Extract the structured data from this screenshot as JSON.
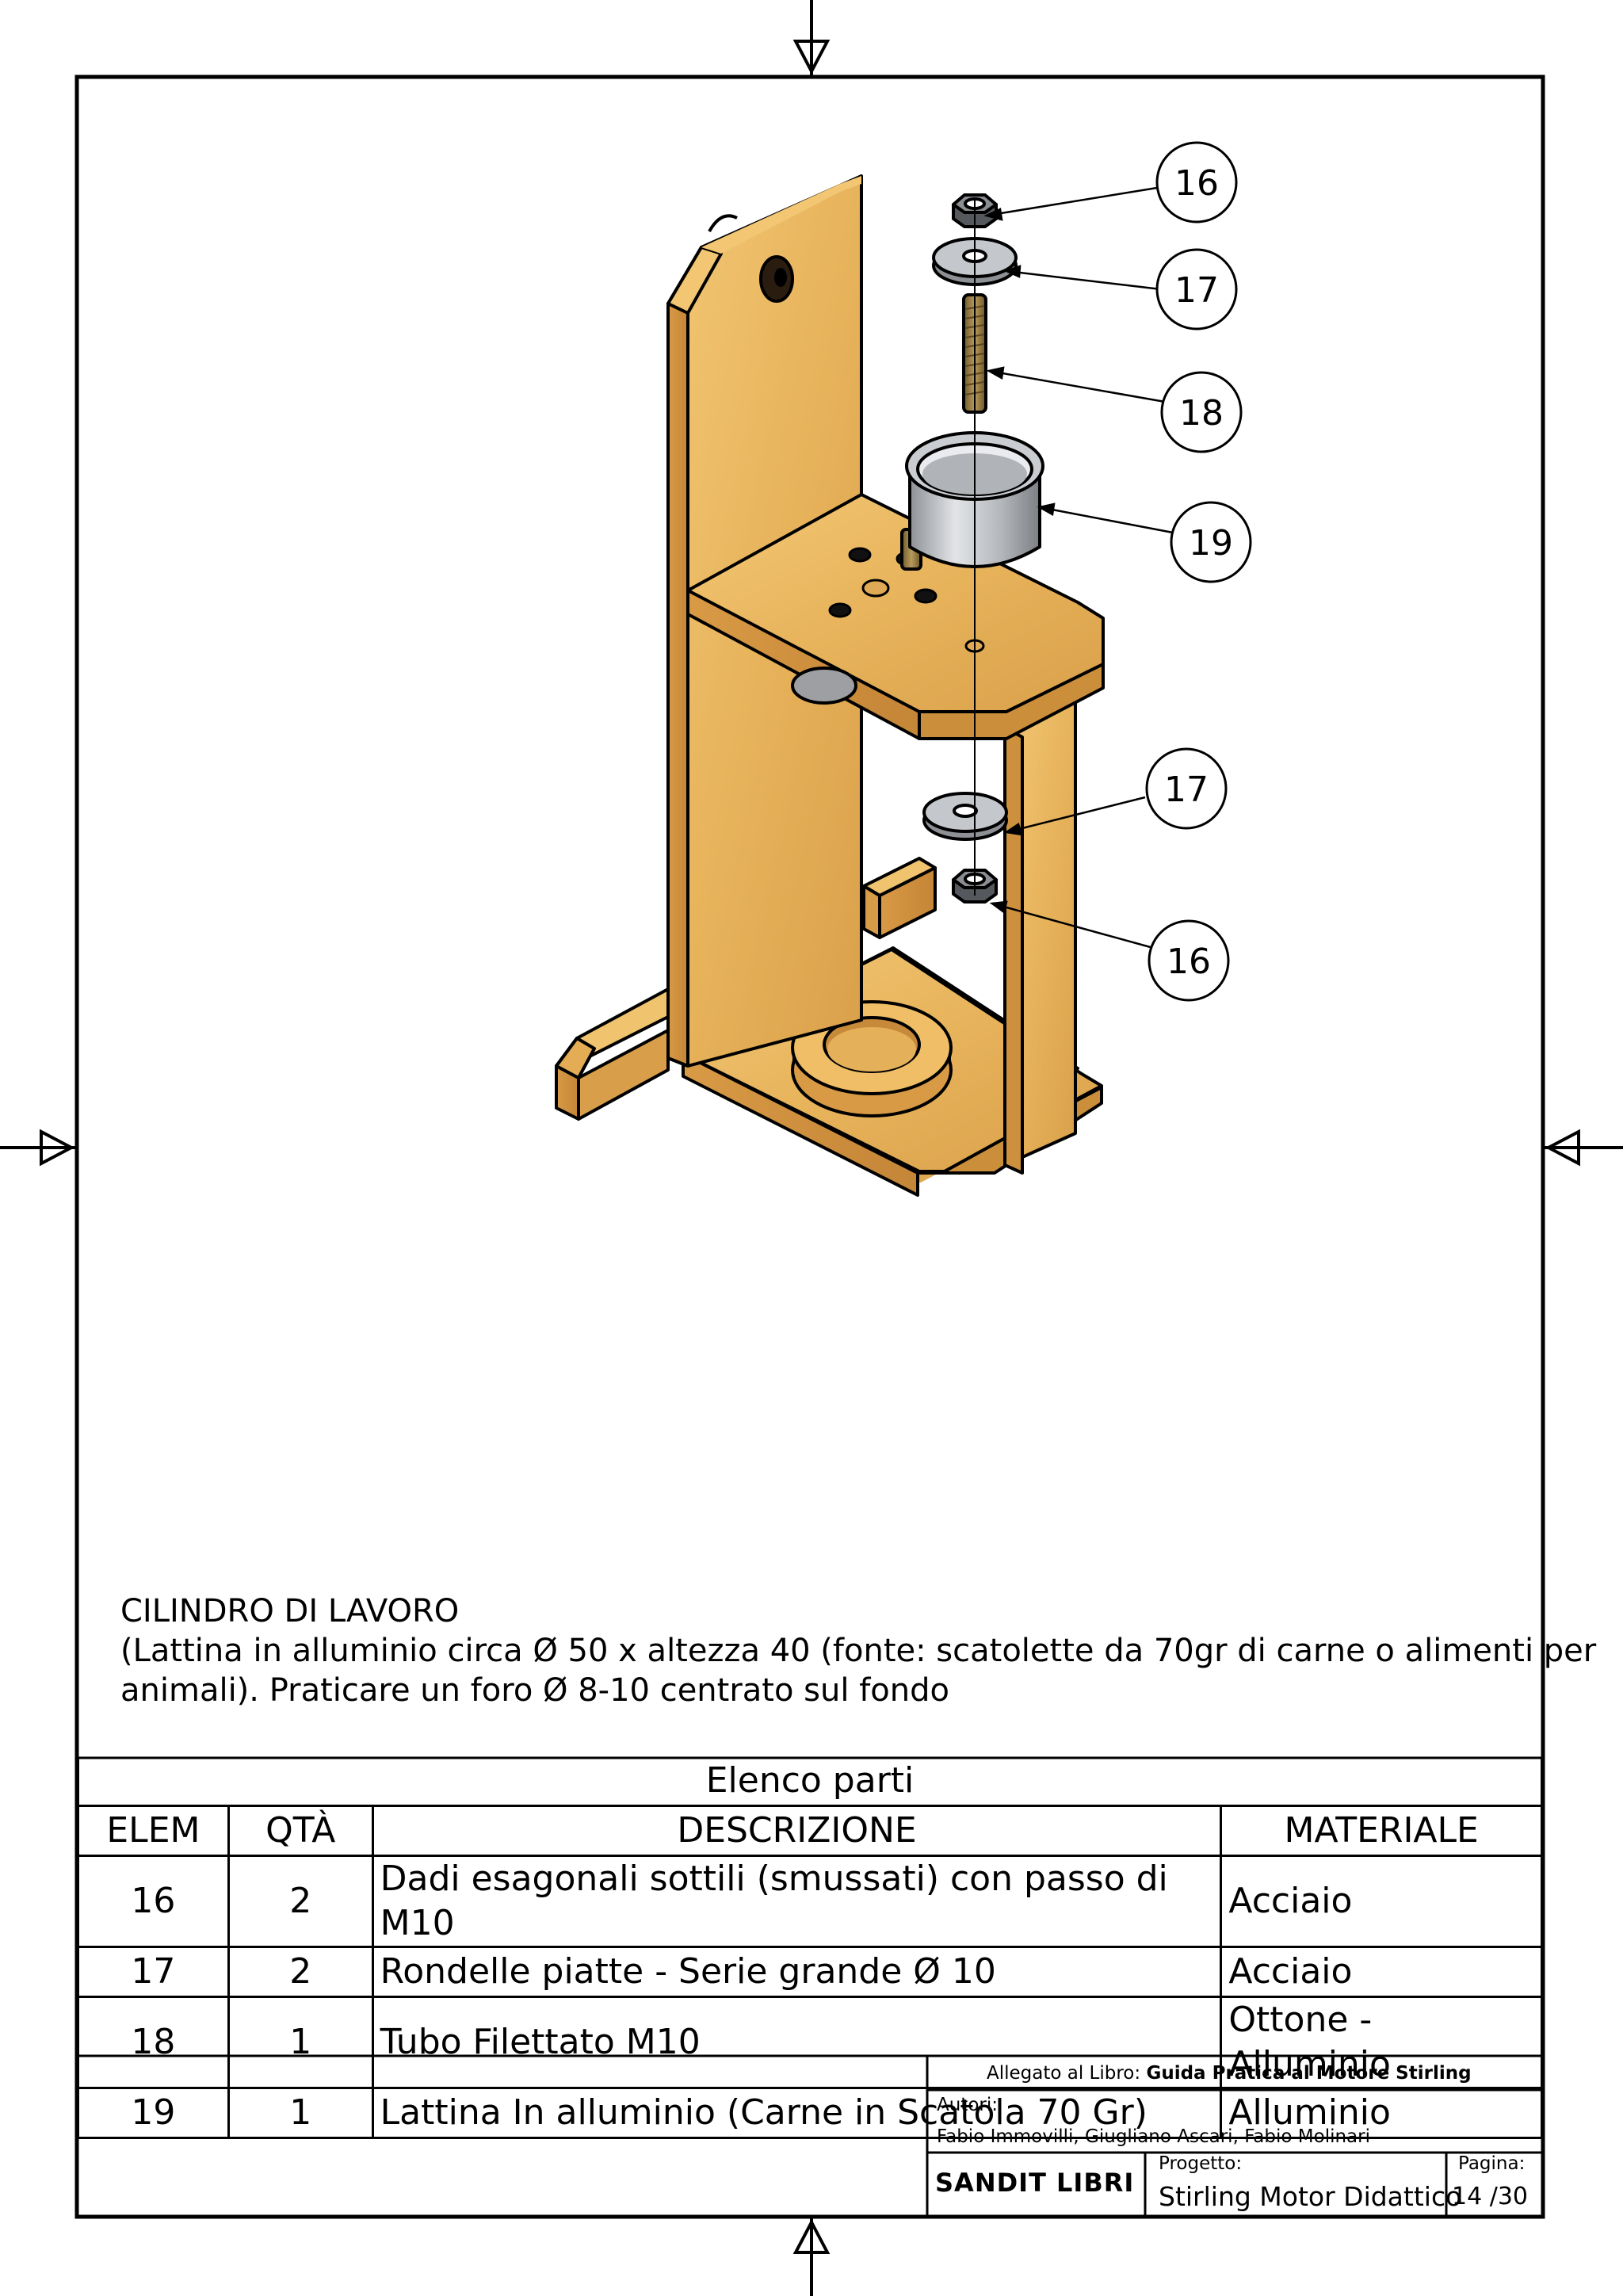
{
  "balloons": [
    "16",
    "17",
    "18",
    "19",
    "17",
    "16"
  ],
  "note": {
    "title": "CILINDRO DI LAVORO",
    "line1": "(Lattina in alluminio circa Ø 50 x altezza 40 (fonte: scatolette da 70gr di carne o alimenti per",
    "line2": "animali). Praticare un foro Ø  8-10 centrato sul fondo"
  },
  "parts": {
    "caption": "Elenco parti",
    "headers": [
      "ELEM",
      "QTÀ",
      "DESCRIZIONE",
      "MATERIALE"
    ],
    "rows": [
      {
        "elem": "16",
        "qty": "2",
        "desc": "Dadi esagonali sottili (smussati) con passo di M10",
        "mat": "Acciaio"
      },
      {
        "elem": "17",
        "qty": "2",
        "desc": "Rondelle piatte - Serie grande Ø 10",
        "mat": "Acciaio"
      },
      {
        "elem": "18",
        "qty": "1",
        "desc": "Tubo  Filettato M10",
        "mat": "Ottone - Alluminio"
      },
      {
        "elem": "19",
        "qty": "1",
        "desc": "Lattina In alluminio (Carne in Scatola 70 Gr)",
        "mat": "Alluminio"
      }
    ]
  },
  "title_block": {
    "attached_label": "Allegato al Libro:",
    "book": "Guida Pratica al Motore Stirling",
    "authors_label": "Autori:",
    "authors": "Fabio Immovilli, Giugliano Ascari, Fabio Molinari",
    "publisher": "SANDIT LIBRI",
    "project_label": "Progetto:",
    "project": "Stirling Motor Didattico",
    "page_label": "Pagina:",
    "page": "14 /30"
  },
  "colors": {
    "wood": "#E8B45A",
    "wood_dark": "#C98E35",
    "wood_light": "#F2C872",
    "aluminum": "#B9BCC0",
    "steel": "#8A8C90",
    "brass": "#A8894A"
  }
}
